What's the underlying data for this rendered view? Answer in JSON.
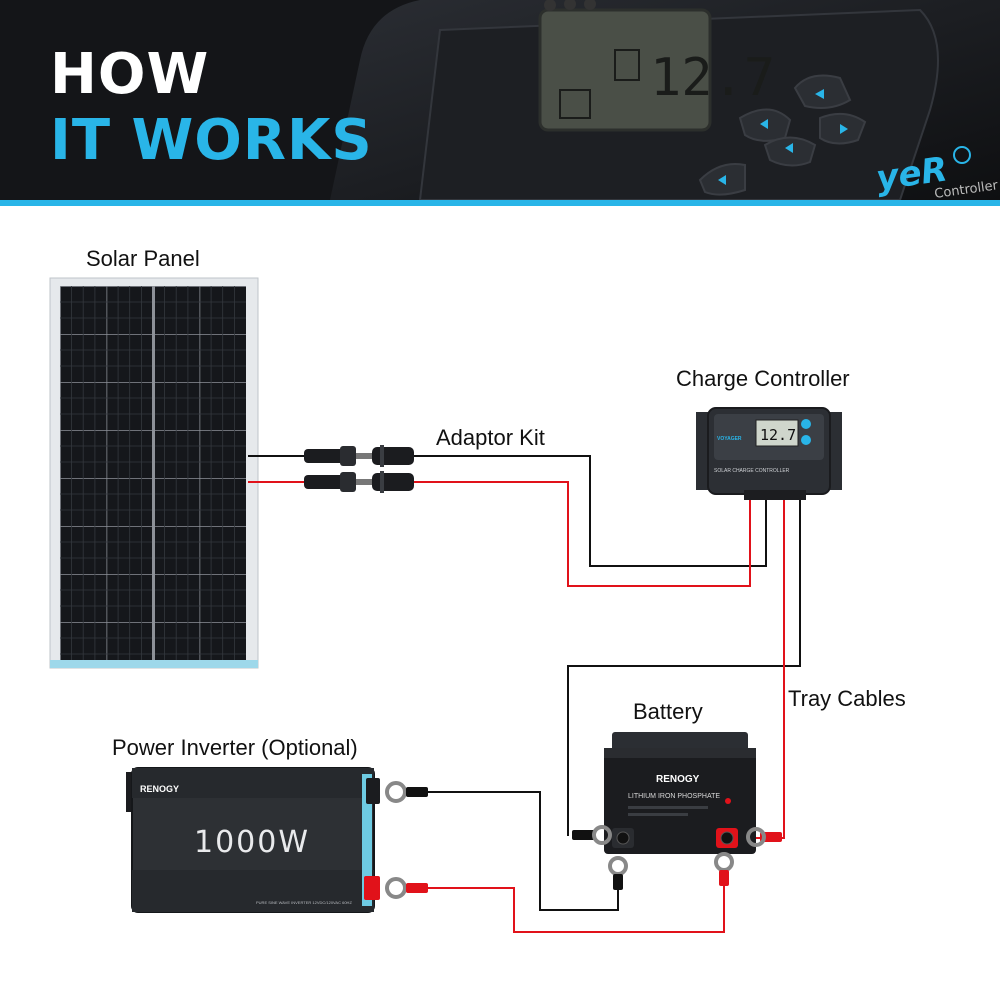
{
  "header": {
    "title_line1": "HOW",
    "title_line2": "IT WORKS",
    "product_brand_fragment": "yeR",
    "product_subtitle_fragment": "Controller",
    "lcd_reading": "12.7"
  },
  "components": {
    "solar_panel": {
      "label": "Solar Panel"
    },
    "adaptor_kit": {
      "label": "Adaptor Kit"
    },
    "charge_controller": {
      "label": "Charge Controller",
      "brand": "VOYAGER",
      "subtitle": "SOLAR CHARGE CONTROLLER",
      "display": "12.7"
    },
    "tray_cables": {
      "label": "Tray Cables"
    },
    "battery": {
      "label": "Battery",
      "brand": "RENOGY",
      "subtitle": "LITHIUM IRON PHOSPHATE"
    },
    "power_inverter": {
      "label": "Power Inverter (Optional)",
      "brand": "RENOGY",
      "rating": "1000W",
      "footer": "PURE SINE WAVE INVERTER 12VDC/120VAC 60HZ"
    }
  },
  "colors": {
    "positive_wire": "#e1121a",
    "negative_wire": "#111111",
    "accent": "#29b5e8",
    "header_bg": "#141518"
  }
}
